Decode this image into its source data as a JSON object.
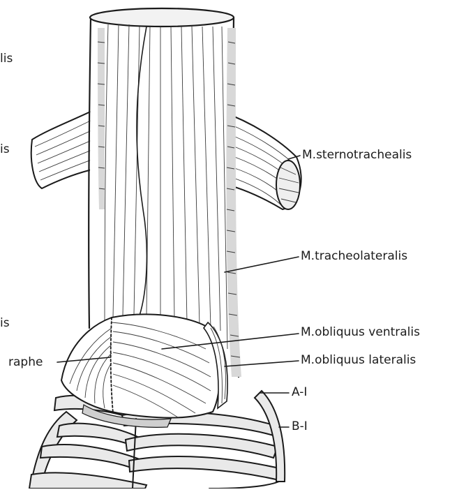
{
  "labels": {
    "sternotrachealis": "M.sternotrachealis",
    "tracheolateralis": "M.tracheolateralis",
    "obliquus_ventralis": "M.obliquus ventralis",
    "obliquus_lateralis": "M.obliquus lateralis",
    "raphe": "raphe",
    "a1": "A-I",
    "b1": "B-I",
    "cut_top": "lis",
    "cut_mid": "is",
    "cut_low": "is"
  }
}
